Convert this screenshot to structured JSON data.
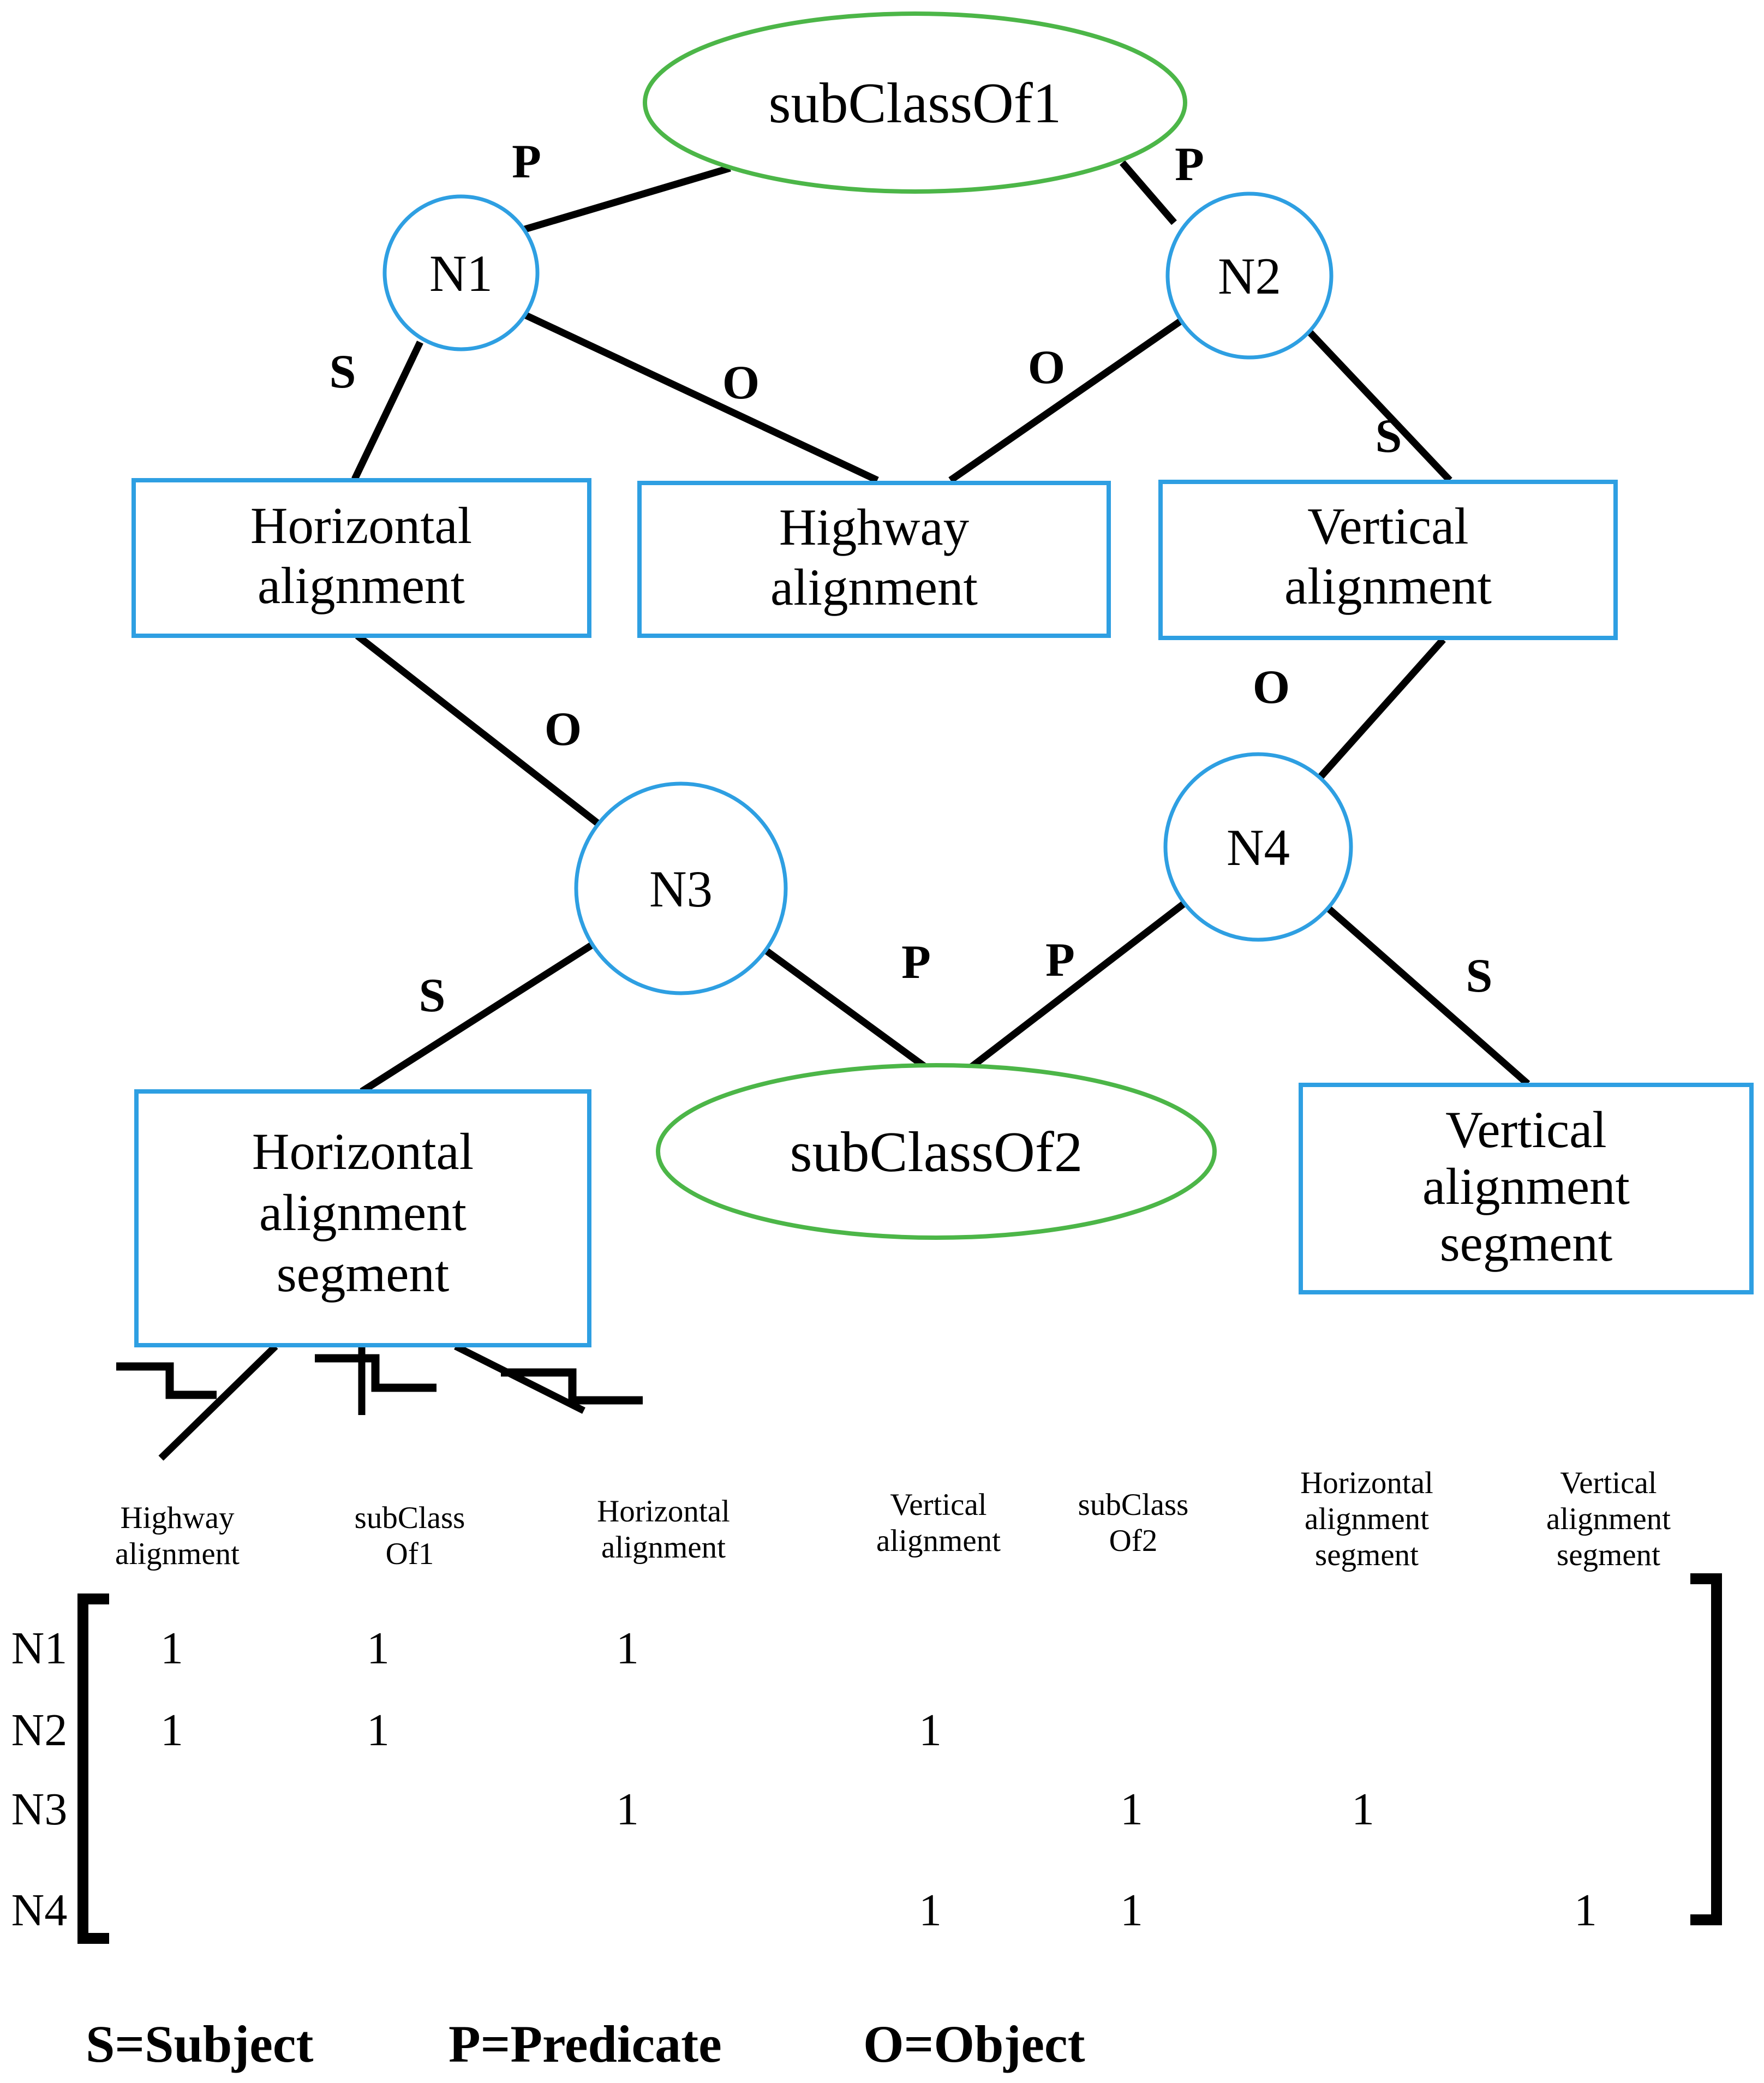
{
  "title": "RDF triple graph of highway alignment ontology with node incidence matrix",
  "colors": {
    "node_stroke": "#2e9fe2",
    "box_stroke": "#2e9fe2",
    "ellipse_stroke": "#4cb648",
    "edge_line": "#000000",
    "text": "#000000",
    "background": "#ffffff"
  },
  "figure": {
    "nodes": [
      {
        "label": "N1"
      },
      {
        "label": "N2"
      },
      {
        "label": "N3"
      },
      {
        "label": "N4"
      }
    ],
    "ellipses": [
      {
        "label": "subClassOf1"
      },
      {
        "label": "subClassOf2"
      }
    ],
    "boxes": [
      {
        "lines": [
          "Horizontal",
          "alignment"
        ]
      },
      {
        "lines": [
          "Highway",
          "alignment"
        ]
      },
      {
        "lines": [
          "Vertical",
          "alignment"
        ]
      },
      {
        "lines": [
          "Horizontal",
          "alignment",
          "segment"
        ]
      },
      {
        "lines": [
          "Vertical",
          "alignment",
          "segment"
        ]
      }
    ],
    "edge_labels": [
      {
        "text": "P",
        "edge": "N1-subClassOf1"
      },
      {
        "text": "P",
        "edge": "subClassOf1-N2"
      },
      {
        "text": "S",
        "edge": "N1-Horizontal alignment"
      },
      {
        "text": "O",
        "edge": "N1-Highway alignment"
      },
      {
        "text": "O",
        "edge": "N2-Highway alignment"
      },
      {
        "text": "S",
        "edge": "N2-Vertical alignment"
      },
      {
        "text": "O",
        "edge": "Horizontal alignment-N3"
      },
      {
        "text": "S",
        "edge": "N3-Horizontal alignment segment"
      },
      {
        "text": "P",
        "edge": "N3-subClassOf2"
      },
      {
        "text": "P",
        "edge": "N4-subClassOf2"
      },
      {
        "text": "O",
        "edge": "Vertical alignment-N4"
      },
      {
        "text": "S",
        "edge": "N4-Vertical alignment segment"
      }
    ]
  },
  "matrix": {
    "row_labels": [
      "N1",
      "N2",
      "N3",
      "N4"
    ],
    "columns": [
      {
        "lines": [
          "Highway",
          "alignment"
        ]
      },
      {
        "lines": [
          "subClass",
          "Of1"
        ]
      },
      {
        "lines": [
          "Horizontal",
          "alignment"
        ]
      },
      {
        "lines": [
          "Vertical",
          "alignment"
        ]
      },
      {
        "lines": [
          "subClass",
          "Of2"
        ]
      },
      {
        "lines": [
          "Horizontal",
          "alignment",
          "segment"
        ]
      },
      {
        "lines": [
          "Vertical",
          "alignment",
          "segment"
        ]
      }
    ],
    "grid": [
      [
        1,
        1,
        1,
        0,
        0,
        0,
        0
      ],
      [
        1,
        1,
        0,
        1,
        0,
        0,
        0
      ],
      [
        0,
        0,
        1,
        0,
        1,
        1,
        0
      ],
      [
        0,
        0,
        0,
        1,
        1,
        0,
        1
      ]
    ],
    "cells": [
      {
        "row": "N1",
        "column": "Highway alignment",
        "value": "1"
      },
      {
        "row": "N1",
        "column": "subClassOf1",
        "value": "1"
      },
      {
        "row": "N1",
        "column": "Horizontal alignment",
        "value": "1"
      },
      {
        "row": "N2",
        "column": "Highway alignment",
        "value": "1"
      },
      {
        "row": "N2",
        "column": "subClassOf1",
        "value": "1"
      },
      {
        "row": "N2",
        "column": "Vertical alignment",
        "value": "1"
      },
      {
        "row": "N3",
        "column": "Horizontal alignment",
        "value": "1"
      },
      {
        "row": "N3",
        "column": "subClassOf2",
        "value": "1"
      },
      {
        "row": "N3",
        "column": "Horizontal alignment segment",
        "value": "1"
      },
      {
        "row": "N4",
        "column": "Vertical alignment",
        "value": "1"
      },
      {
        "row": "N4",
        "column": "subClassOf2",
        "value": "1"
      },
      {
        "row": "N4",
        "column": "Vertical alignment segment",
        "value": "1"
      }
    ]
  },
  "legend": {
    "items": [
      {
        "text": "S=Subject"
      },
      {
        "text": "P=Predicate"
      },
      {
        "text": "O=Object"
      }
    ]
  }
}
